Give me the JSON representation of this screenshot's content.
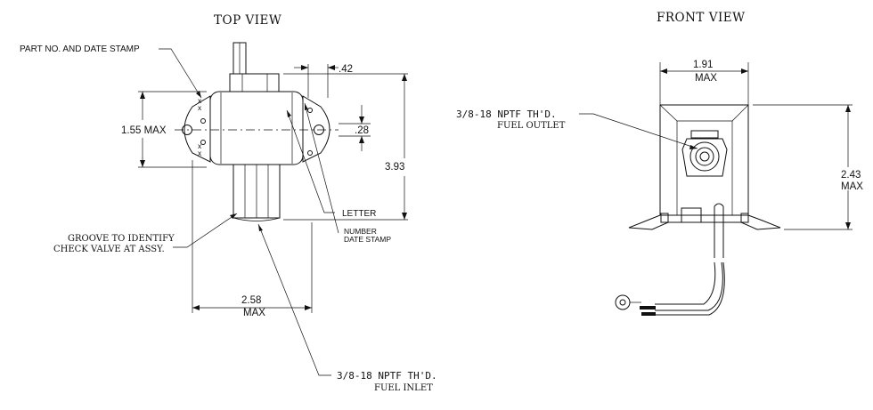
{
  "top_view": {
    "title": "TOP VIEW",
    "part_no_label": "PART NO. AND DATE STAMP",
    "width_dim": "1.55 MAX",
    "dim_42": ".42",
    "dim_28": ".28",
    "dim_393": "3.93",
    "letter_label": "LETTER",
    "number_label_1": "NUMBER",
    "number_label_2": "DATE STAMP",
    "groove_label_1": "GROOVE TO IDENTIFY",
    "groove_label_2": "CHECK VALVE AT ASSY.",
    "dim_258": "2.58",
    "dim_258_max": "MAX",
    "inlet_label_1": "3/8-18  NPTF  TH'D.",
    "inlet_label_2": "FUEL INLET"
  },
  "front_view": {
    "title": "FRONT VIEW",
    "dim_191": "1.91",
    "dim_191_max": "MAX",
    "outlet_label_1": "3/8-18  NPTF  TH'D.",
    "outlet_label_2": "FUEL OUTLET",
    "dim_243": "2.43",
    "dim_243_max": "MAX"
  }
}
